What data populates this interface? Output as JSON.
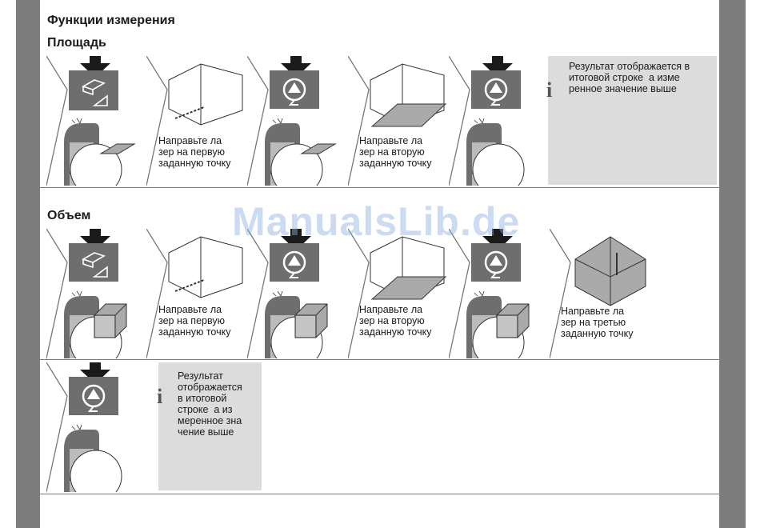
{
  "title": "Функции измерения",
  "area": {
    "heading": "Площадь",
    "caption_1": "Направьте ла\nзер на первую\nзаданную точку",
    "caption_2": "Направьте ла\nзер на вторую\nзаданную точку",
    "note": "Результат отображается в\nитоговой строке  а изме\nренное значение выше"
  },
  "volume": {
    "heading": "Объем",
    "caption_1": "Направьте ла\nзер на первую\nзаданную точку",
    "caption_2": "Направьте ла\nзер на вторую\nзаданную точку",
    "caption_3": "Направьте ла\nзер на третью\nзаданную точку",
    "note": "Результат\nотображается\nв итоговой\nстроке  а из\nмеренное зна\nчение выше"
  },
  "info_symbol": "i",
  "watermark": "ManualsLib.de",
  "colors": {
    "sidebar": "#7d7d7d",
    "button": "#6e6e6e",
    "note_bg": "#dcdcdc"
  },
  "icons": [
    "area-function-icon",
    "measure-button-icon",
    "room-corner-icon",
    "device-icon",
    "info-icon"
  ]
}
